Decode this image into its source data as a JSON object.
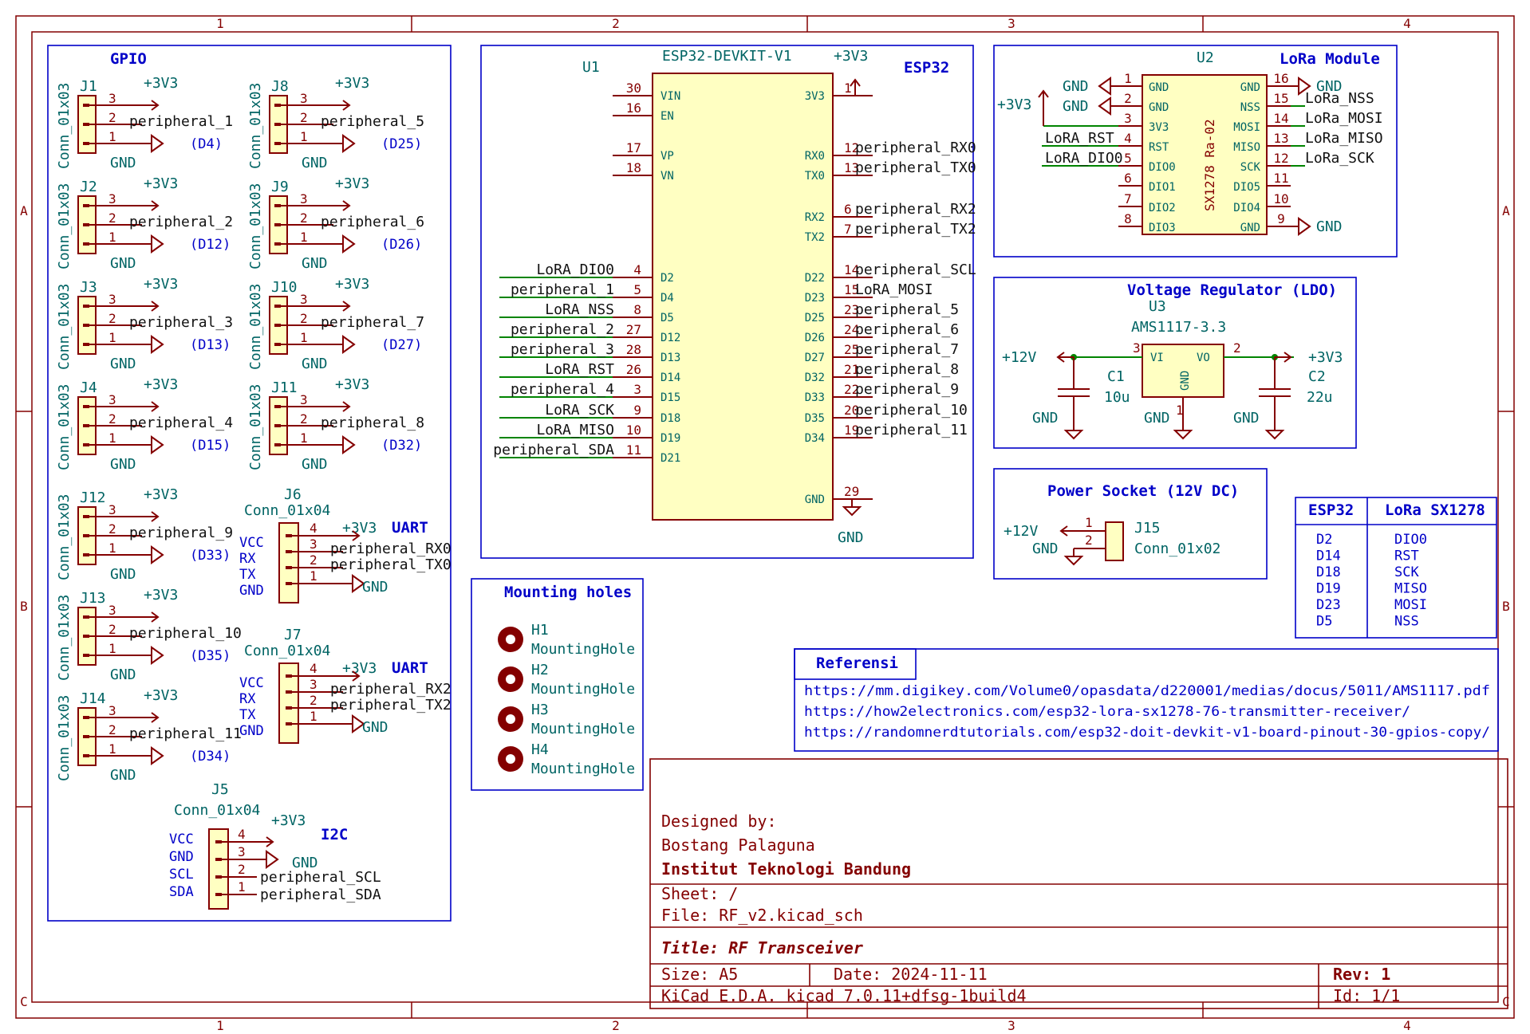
{
  "title_block": {
    "designed_by_label": "Designed by:",
    "designer": "Bostang Palaguna",
    "institution": "Institut Teknologi Bandung",
    "sheet": "Sheet: /",
    "file": "File: RF_v2.kicad_sch",
    "title": "Title: RF Transceiver",
    "size": "Size: A5",
    "date": "Date: 2024-11-11",
    "rev": "Rev: 1",
    "tool": "KiCad E.D.A.  kicad 7.0.11+dfsg-1build4",
    "id": "Id: 1/1"
  },
  "zones": {
    "cols": [
      "1",
      "2",
      "3",
      "4"
    ],
    "rows": [
      "A",
      "B",
      "C"
    ]
  },
  "sections": {
    "gpio": "GPIO",
    "esp32": "ESP32",
    "lora": "LoRa Module",
    "regulator": "Voltage Regulator (LDO)",
    "power": "Power Socket (12V DC)",
    "mounting": "Mounting holes",
    "referensi": "Referensi",
    "uart": "UART",
    "i2c": "I2C"
  },
  "nets": {
    "v33": "+3V3",
    "gnd": "GND",
    "v12": "+12V"
  },
  "gpio_connectors": [
    {
      "ref": "J1",
      "net": "peripheral_1",
      "pin": "(D4)"
    },
    {
      "ref": "J2",
      "net": "peripheral_2",
      "pin": "(D12)"
    },
    {
      "ref": "J3",
      "net": "peripheral_3",
      "pin": "(D13)"
    },
    {
      "ref": "J4",
      "net": "peripheral_4",
      "pin": "(D15)"
    },
    {
      "ref": "J12",
      "net": "peripheral_9",
      "pin": "(D33)"
    },
    {
      "ref": "J13",
      "net": "peripheral_10",
      "pin": "(D35)"
    },
    {
      "ref": "J14",
      "net": "peripheral_11",
      "pin": "(D34)"
    },
    {
      "ref": "J8",
      "net": "peripheral_5",
      "pin": "(D25)"
    },
    {
      "ref": "J9",
      "net": "peripheral_6",
      "pin": "(D26)"
    },
    {
      "ref": "J10",
      "net": "peripheral_7",
      "pin": "(D27)"
    },
    {
      "ref": "J11",
      "net": "peripheral_8",
      "pin": "(D32)"
    }
  ],
  "conn3_value": "Conn_01x03",
  "conn4_value": "Conn_01x04",
  "conn3_pins": [
    "3",
    "2",
    "1"
  ],
  "uart_connectors": [
    {
      "ref": "J6",
      "rx": "peripheral_RX0",
      "tx": "peripheral_TX0"
    },
    {
      "ref": "J7",
      "rx": "peripheral_RX2",
      "tx": "peripheral_TX2"
    }
  ],
  "uart_labels": [
    "VCC",
    "RX",
    "TX",
    "GND"
  ],
  "i2c_connector": {
    "ref": "J5",
    "labels": [
      "VCC",
      "GND",
      "SCL",
      "SDA"
    ],
    "scl": "peripheral_SCL",
    "sda": "peripheral_SDA",
    "pins": [
      "4",
      "3",
      "2",
      "1"
    ]
  },
  "esp32": {
    "ref": "U1",
    "value": "ESP32-DEVKIT-V1",
    "left_pins": [
      {
        "num": "30",
        "name": "VIN",
        "net": ""
      },
      {
        "num": "16",
        "name": "EN",
        "net": ""
      },
      {
        "num": "17",
        "name": "VP",
        "net": ""
      },
      {
        "num": "18",
        "name": "VN",
        "net": ""
      },
      {
        "num": "4",
        "name": "D2",
        "net": "LoRA_DIO0"
      },
      {
        "num": "5",
        "name": "D4",
        "net": "peripheral_1"
      },
      {
        "num": "8",
        "name": "D5",
        "net": "LoRA_NSS"
      },
      {
        "num": "27",
        "name": "D12",
        "net": "peripheral_2"
      },
      {
        "num": "28",
        "name": "D13",
        "net": "peripheral_3"
      },
      {
        "num": "26",
        "name": "D14",
        "net": "LoRA_RST"
      },
      {
        "num": "3",
        "name": "D15",
        "net": "peripheral_4"
      },
      {
        "num": "9",
        "name": "D18",
        "net": "LoRA_SCK"
      },
      {
        "num": "10",
        "name": "D19",
        "net": "LoRA_MISO"
      },
      {
        "num": "11",
        "name": "D21",
        "net": "peripheral_SDA"
      }
    ],
    "right_pins": [
      {
        "num": "1",
        "name": "3V3",
        "net": ""
      },
      {
        "num": "12",
        "name": "RX0",
        "net": "peripheral_RX0"
      },
      {
        "num": "13",
        "name": "TX0",
        "net": "peripheral_TX0"
      },
      {
        "num": "6",
        "name": "RX2",
        "net": "peripheral_RX2"
      },
      {
        "num": "7",
        "name": "TX2",
        "net": "peripheral_TX2"
      },
      {
        "num": "14",
        "name": "D22",
        "net": "peripheral_SCL"
      },
      {
        "num": "15",
        "name": "D23",
        "net": "LoRA_MOSI"
      },
      {
        "num": "23",
        "name": "D25",
        "net": "peripheral_5"
      },
      {
        "num": "24",
        "name": "D26",
        "net": "peripheral_6"
      },
      {
        "num": "25",
        "name": "D27",
        "net": "peripheral_7"
      },
      {
        "num": "21",
        "name": "D32",
        "net": "peripheral_8"
      },
      {
        "num": "22",
        "name": "D33",
        "net": "peripheral_9"
      },
      {
        "num": "20",
        "name": "D35",
        "net": "peripheral_10"
      },
      {
        "num": "19",
        "name": "D34",
        "net": "peripheral_11"
      },
      {
        "num": "29",
        "name": "GND",
        "net": ""
      }
    ]
  },
  "lora": {
    "ref": "U2",
    "value": "SX1278 Ra-02",
    "left_pins": [
      {
        "num": "1",
        "name": "GND",
        "net": "GND"
      },
      {
        "num": "2",
        "name": "GND",
        "net": "GND"
      },
      {
        "num": "3",
        "name": "3V3",
        "net": ""
      },
      {
        "num": "4",
        "name": "RST",
        "net": "LoRA_RST"
      },
      {
        "num": "5",
        "name": "DIO0",
        "net": "LoRA_DIO0"
      },
      {
        "num": "6",
        "name": "DIO1",
        "net": ""
      },
      {
        "num": "7",
        "name": "DIO2",
        "net": ""
      },
      {
        "num": "8",
        "name": "DIO3",
        "net": ""
      }
    ],
    "right_pins": [
      {
        "num": "16",
        "name": "GND",
        "net": "GND"
      },
      {
        "num": "15",
        "name": "NSS",
        "net": "LoRa_NSS"
      },
      {
        "num": "14",
        "name": "MOSI",
        "net": "LoRa_MOSI"
      },
      {
        "num": "13",
        "name": "MISO",
        "net": "LoRa_MISO"
      },
      {
        "num": "12",
        "name": "SCK",
        "net": "LoRa_SCK"
      },
      {
        "num": "11",
        "name": "DIO5",
        "net": ""
      },
      {
        "num": "10",
        "name": "DIO4",
        "net": ""
      },
      {
        "num": "9",
        "name": "GND",
        "net": "GND"
      }
    ]
  },
  "regulator": {
    "ref": "U3",
    "value": "AMS1117-3.3",
    "vi": "VI",
    "vo": "VO",
    "gnd": "GND",
    "pin_vi": "3",
    "pin_vo": "2",
    "pin_gnd": "1",
    "c1_ref": "C1",
    "c1_val": "10u",
    "c2_ref": "C2",
    "c2_val": "22u"
  },
  "power_socket": {
    "ref": "J15",
    "value": "Conn_01x02",
    "pin1": "1",
    "pin2": "2"
  },
  "mounting_holes": [
    {
      "ref": "H1",
      "value": "MountingHole"
    },
    {
      "ref": "H2",
      "value": "MountingHole"
    },
    {
      "ref": "H3",
      "value": "MountingHole"
    },
    {
      "ref": "H4",
      "value": "MountingHole"
    }
  ],
  "mapping_table": {
    "headers": [
      "ESP32",
      "LoRa SX1278"
    ],
    "rows": [
      [
        "D2",
        "DIO0"
      ],
      [
        "D14",
        "RST"
      ],
      [
        "D18",
        "SCK"
      ],
      [
        "D19",
        "MISO"
      ],
      [
        "D23",
        "MOSI"
      ],
      [
        "D5",
        "NSS"
      ]
    ]
  },
  "references": [
    "https://mm.digikey.com/Volume0/opasdata/d220001/medias/docus/5011/AMS1117.pdf",
    "https://how2electronics.com/esp32-lora-sx1278-76-transmitter-receiver/",
    "https://randomnerdtutorials.com/esp32-doit-devkit-v1-board-pinout-30-gpios-copy/"
  ]
}
